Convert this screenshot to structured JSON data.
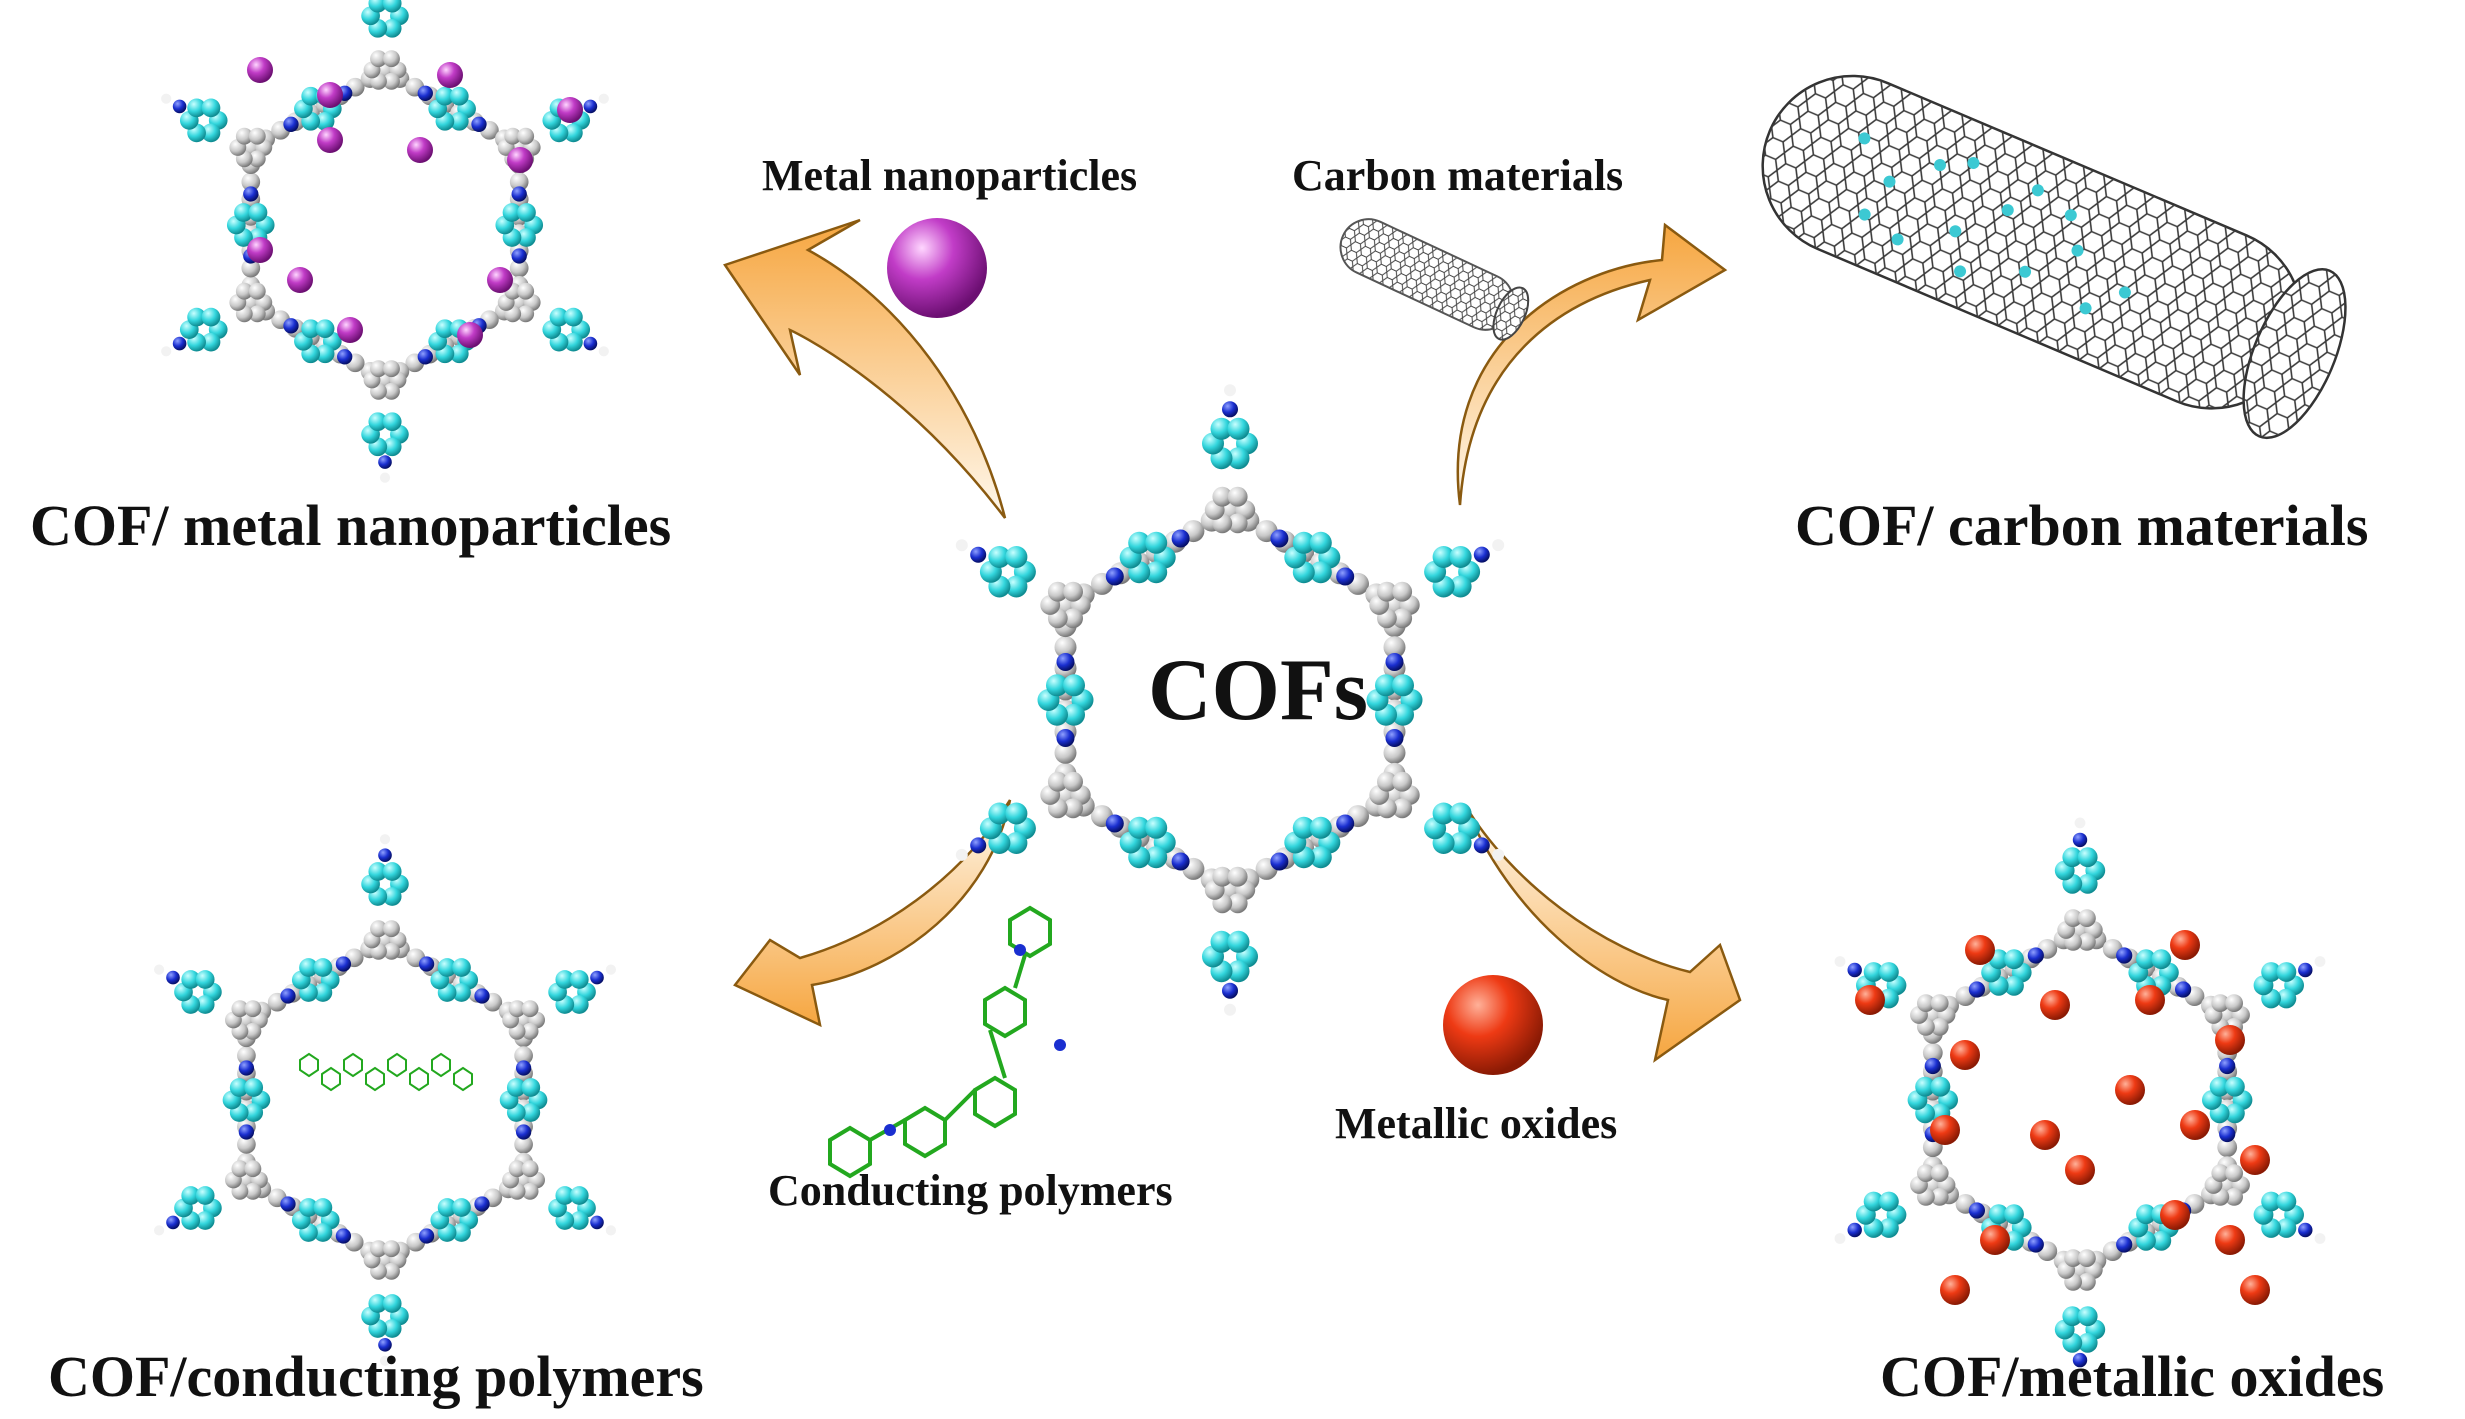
{
  "center": {
    "title": "COFs"
  },
  "composites": {
    "metal_nanoparticles": "COF/ metal nanoparticles",
    "carbon_materials": "COF/ carbon materials",
    "conducting_polymers": "COF/conducting polymers",
    "metallic_oxides": "COF/metallic oxides"
  },
  "components": {
    "metal_nanoparticles": "Metal nanoparticles",
    "carbon_materials": "Carbon materials",
    "conducting_polymers": "Conducting polymers",
    "metallic_oxides": "Metallic oxides"
  },
  "colors": {
    "arrow_fill_light": "#fff6e6",
    "arrow_fill_dark": "#f6a640",
    "ring_cyan": "#33d6dd",
    "atom_gray": "#c8c8c8",
    "nitrogen_blue": "#1a2fd0",
    "hydrogen_white": "#f2f2f2",
    "metal_nanoparticle": "#c13cc7",
    "metallic_oxide": "#ee3a14",
    "polymer_green": "#23a81f",
    "carbon_tube": "#333333"
  }
}
